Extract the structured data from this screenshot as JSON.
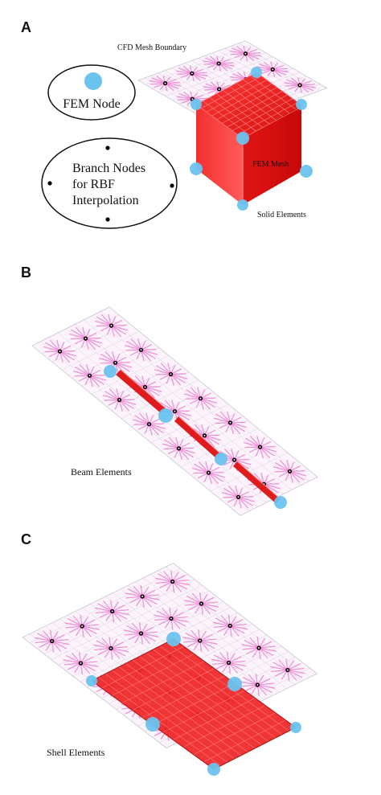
{
  "panels": [
    {
      "letter": "A",
      "labels": {
        "boundary": "CFD Mesh Boundary",
        "mesh": "FEM Mesh",
        "elements": "Solid Elements"
      }
    },
    {
      "letter": "B",
      "labels": {
        "elements": "Beam Elements"
      }
    },
    {
      "letter": "C",
      "labels": {
        "elements": "Shell Elements"
      }
    }
  ],
  "legend": {
    "fem_node": "FEM Node",
    "branch_lines": [
      "Branch Nodes",
      "for RBF",
      "Interpolation"
    ]
  },
  "colors": {
    "fem_node": "#6ac3ee",
    "branch_node": "#000000",
    "fem_solid": "#e81c1c",
    "cfd_mesh": "#f291d9",
    "grid": "#c8c8d8"
  }
}
